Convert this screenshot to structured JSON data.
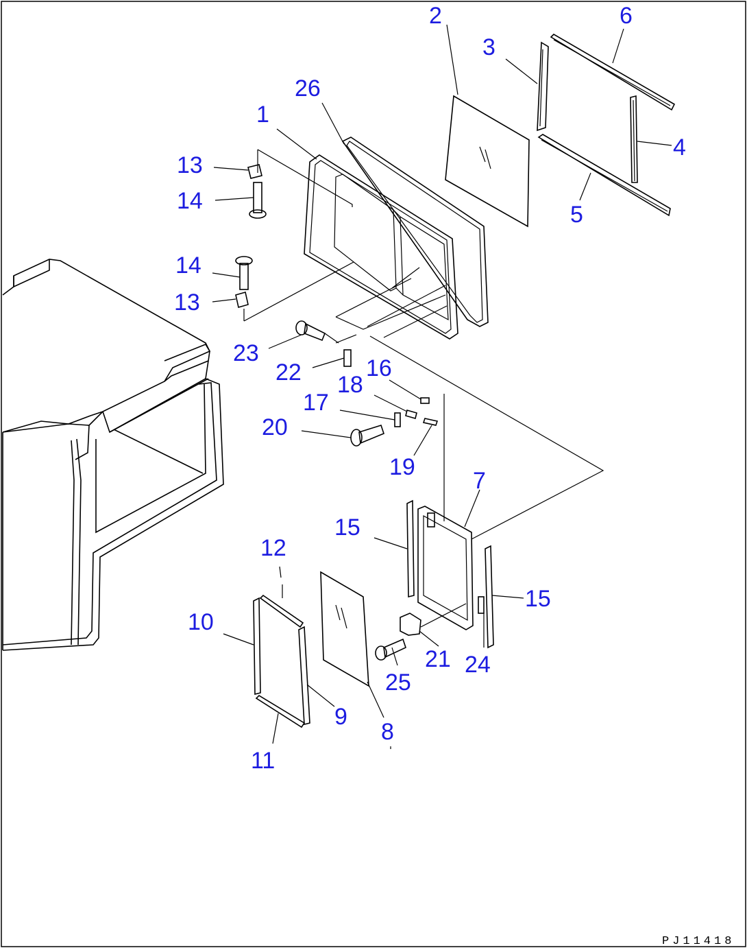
{
  "drawing_code": "PJ11418",
  "parts": [
    {
      "id": "label-2",
      "text": "2"
    },
    {
      "id": "label-6",
      "text": "6"
    },
    {
      "id": "label-3",
      "text": "3"
    },
    {
      "id": "label-26",
      "text": "26"
    },
    {
      "id": "label-1",
      "text": "1"
    },
    {
      "id": "label-4",
      "text": "4"
    },
    {
      "id": "label-13a",
      "text": "13"
    },
    {
      "id": "label-14a",
      "text": "14"
    },
    {
      "id": "label-5",
      "text": "5"
    },
    {
      "id": "label-14b",
      "text": "14"
    },
    {
      "id": "label-13b",
      "text": "13"
    },
    {
      "id": "label-23",
      "text": "23"
    },
    {
      "id": "label-22",
      "text": "22"
    },
    {
      "id": "label-16",
      "text": "16"
    },
    {
      "id": "label-18",
      "text": "18"
    },
    {
      "id": "label-17",
      "text": "17"
    },
    {
      "id": "label-20",
      "text": "20"
    },
    {
      "id": "label-19",
      "text": "19"
    },
    {
      "id": "label-7",
      "text": "7"
    },
    {
      "id": "label-15a",
      "text": "15"
    },
    {
      "id": "label-12",
      "text": "12"
    },
    {
      "id": "label-15b",
      "text": "15"
    },
    {
      "id": "label-10",
      "text": "10"
    },
    {
      "id": "label-21",
      "text": "21"
    },
    {
      "id": "label-24",
      "text": "24"
    },
    {
      "id": "label-25",
      "text": "25"
    },
    {
      "id": "label-9",
      "text": "9"
    },
    {
      "id": "label-8",
      "text": "8"
    },
    {
      "id": "label-11",
      "text": "11"
    }
  ]
}
